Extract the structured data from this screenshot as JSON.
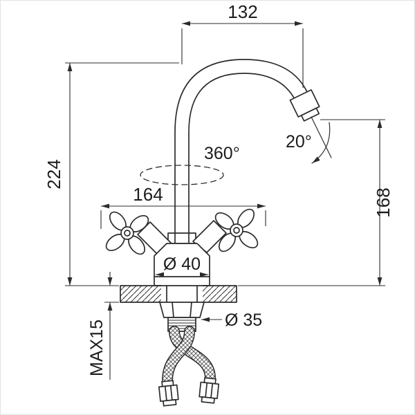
{
  "colors": {
    "line": "#2b2b2b",
    "background": "#ffffff"
  },
  "drawing": {
    "type": "technical-diagram",
    "subject": "kitchen faucet front elevation with installation dimensions"
  },
  "labels": {
    "spout_reach": "132",
    "overall_height": "224",
    "spout_height": "168",
    "handle_span": "164",
    "swivel_rotation": "360°",
    "spout_tilt_angle": "20°",
    "body_diameter": "Ø 40",
    "shank_thread_diameter": "Ø 35",
    "max_mounting_thickness": "MAX15"
  }
}
